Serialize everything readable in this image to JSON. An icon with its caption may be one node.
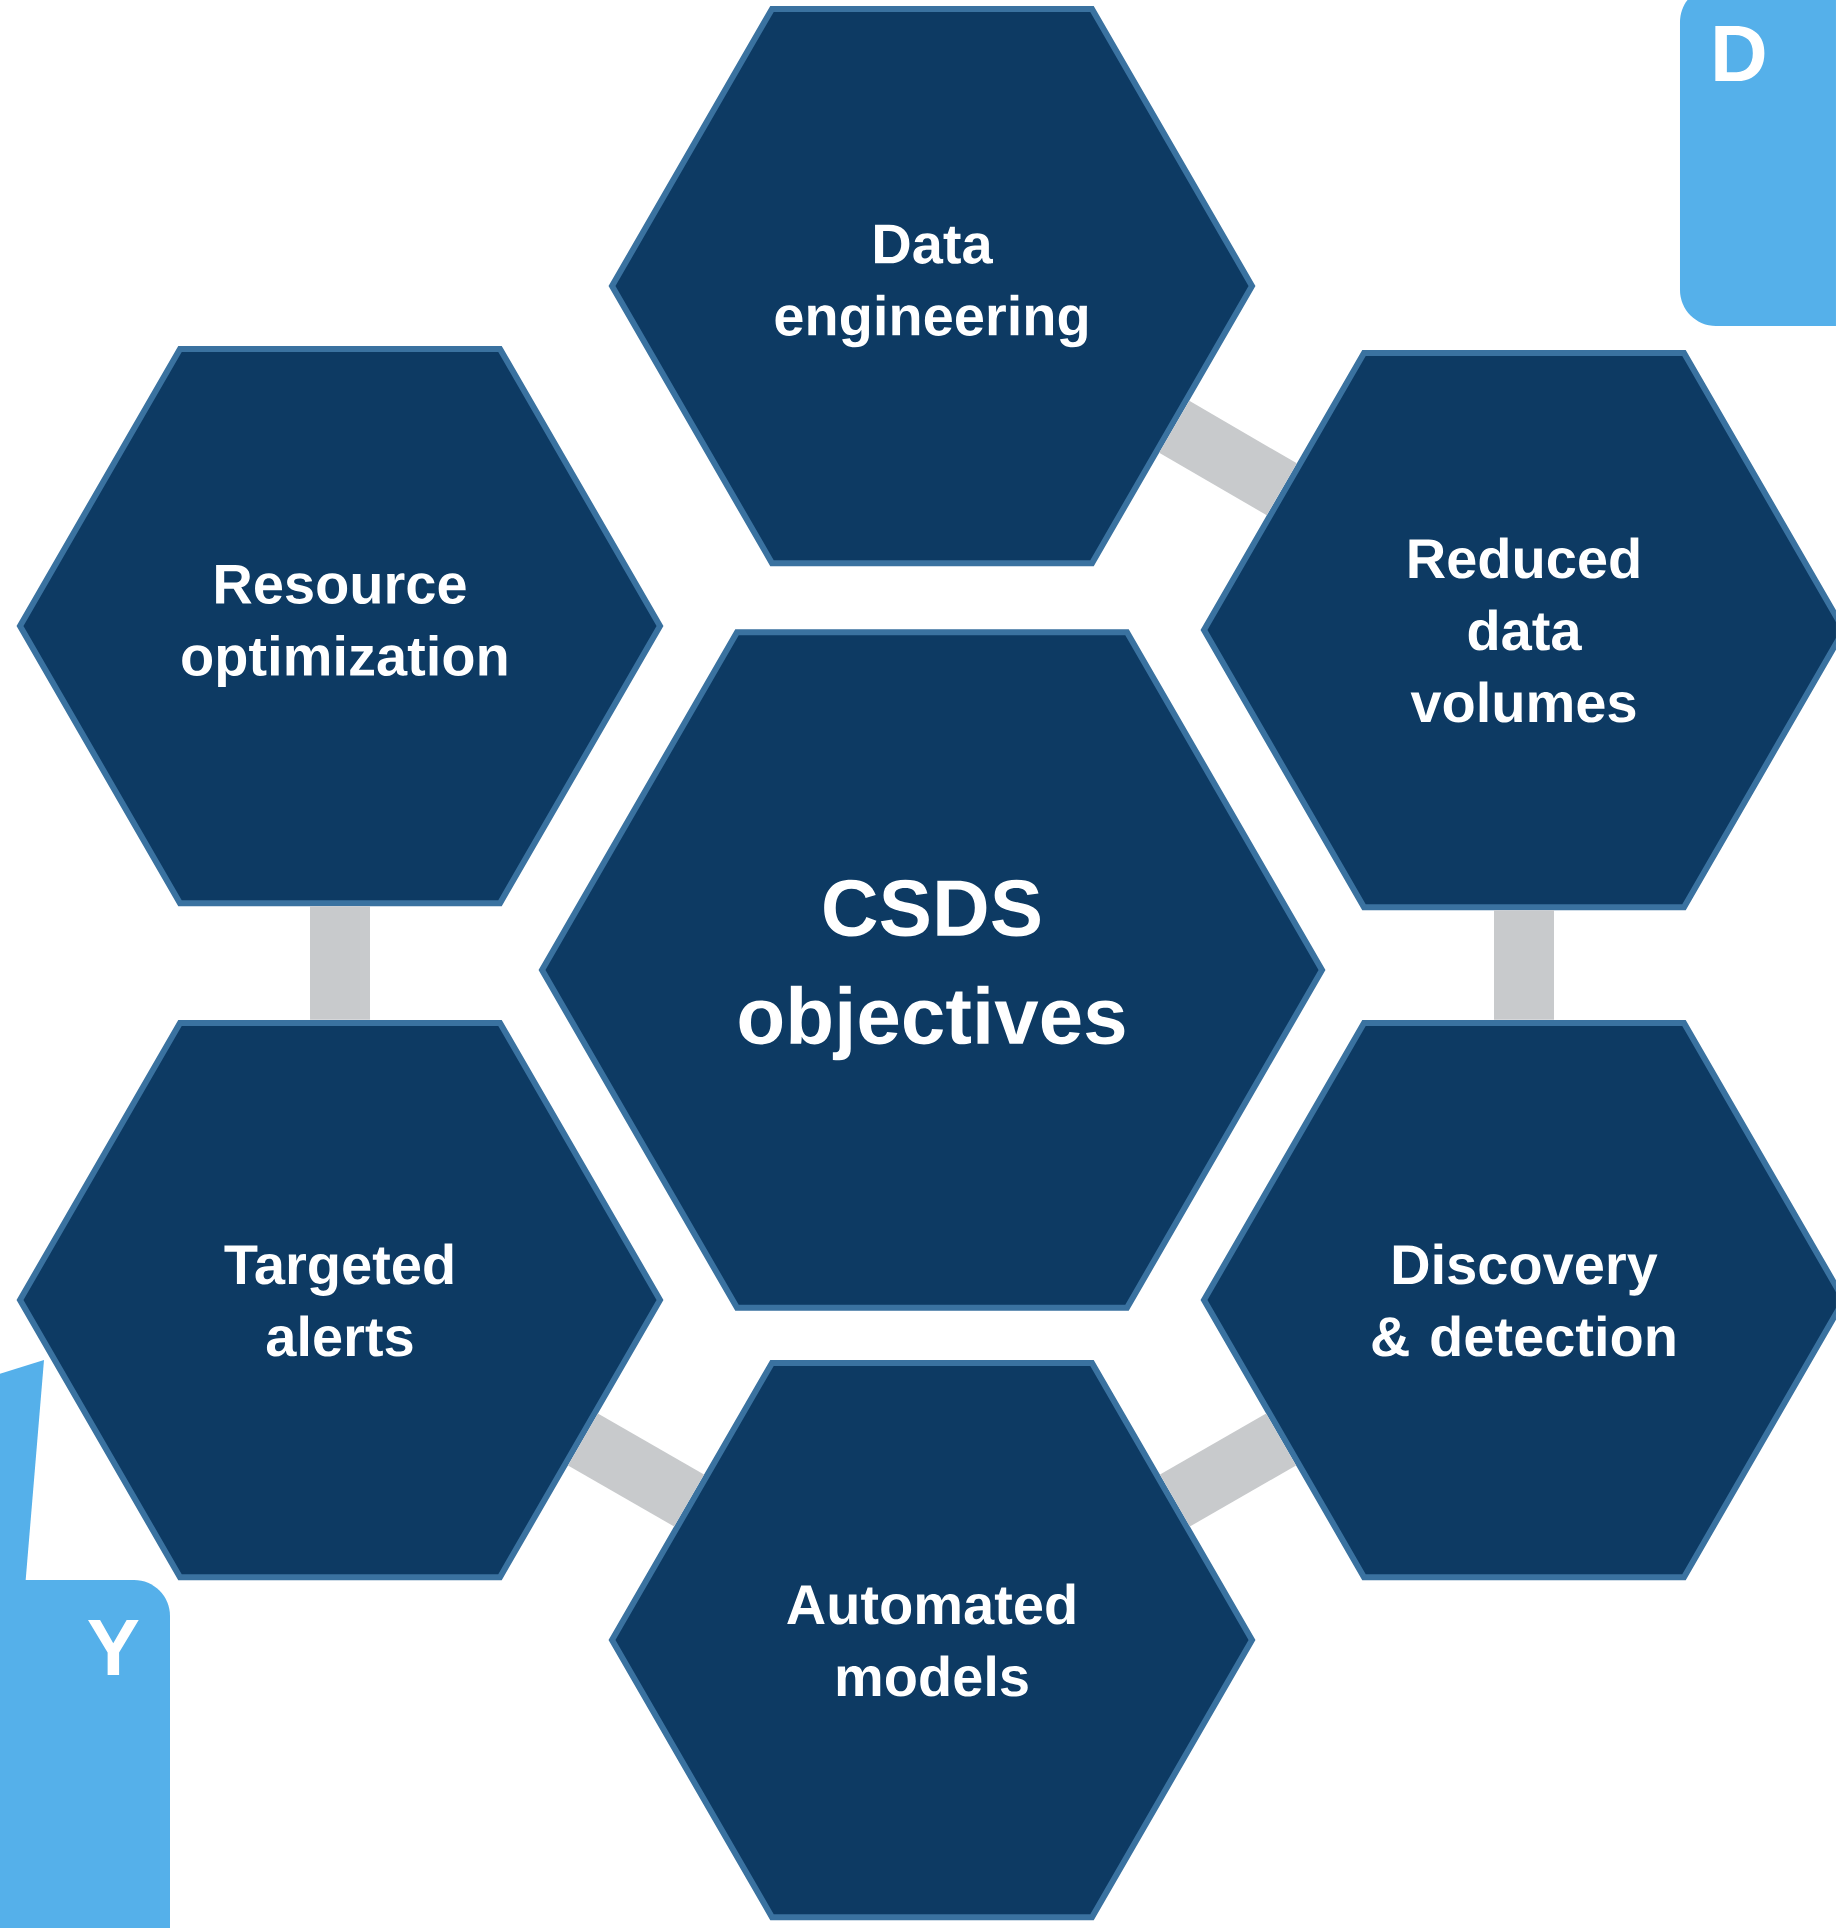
{
  "diagram": {
    "nodes": [
      {
        "text": [
          "D"
        ]
      },
      {
        "text": [
          "Data engineering"
        ]
      },
      {
        "text": [
          "Resource optimization"
        ]
      },
      {
        "text": [
          "Reduced data volumes"
        ]
      },
      {
        "text": [
          "CSDS objectives"
        ]
      },
      {
        "text": [
          "Targeted alerts"
        ]
      },
      {
        "text": [
          "Discovery & detection"
        ]
      },
      {
        "text": [
          "Automated models"
        ]
      },
      {
        "text": [
          "Y"
        ]
      }
    ],
    "edges": [
      {
        "from": 1,
        "to": 3,
        "arrow": "none"
      },
      {
        "from": 3,
        "to": 6,
        "arrow": "none"
      },
      {
        "from": 6,
        "to": 7,
        "arrow": "none"
      },
      {
        "from": 7,
        "to": 5,
        "arrow": "none"
      },
      {
        "from": 5,
        "to": 2,
        "arrow": "none"
      }
    ]
  }
}
